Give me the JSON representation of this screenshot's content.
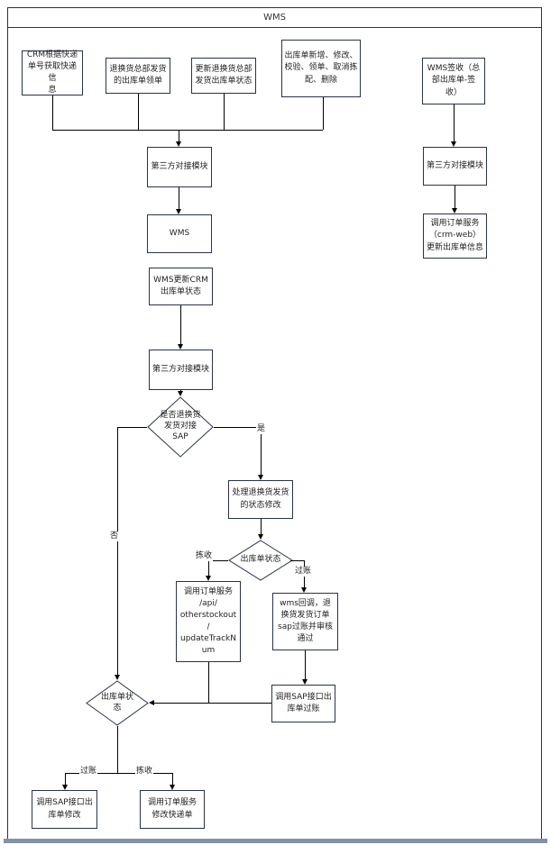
{
  "lane": {
    "title": "WMS"
  },
  "nodes": {
    "crm_express": {
      "text": "CRM根据快递\n单号获取快递信\n息"
    },
    "return_hq_pick": {
      "text": "退换货总部发货\n的出库单领单"
    },
    "update_return_status": {
      "text": "更新退换货总部\n发货出库单状态"
    },
    "outbound_ops": {
      "text": "出库单新增、修改、\n校验、领单、取消拣\n配、删除"
    },
    "wms_sign": {
      "text": "WMS签收（总\n部出库单-签\n收）"
    },
    "third_party_1": {
      "text": "第三方对接模块"
    },
    "wms_box": {
      "text": "WMS"
    },
    "wms_update_crm": {
      "text": "WMS更新CRM\n出库单状态"
    },
    "third_party_2": {
      "text": "第三方对接模块"
    },
    "d_sap": {
      "text": "是否退换货\n发货对接\nSAP"
    },
    "handle_status": {
      "text": "处理退换货发货\n的状态修改"
    },
    "d_status_1": {
      "text": "出库单状态"
    },
    "order_service_track": {
      "text": "调用订单服务\n/api/\notherstockout\n/\nupdateTrackN\num"
    },
    "wms_callback": {
      "text": "wms回调，退\n换货发货订单\nsap过账并审核\n通过"
    },
    "sap_post": {
      "text": "调用SAP接口出\n库单过账"
    },
    "d_status_2": {
      "text": "出库单状\n态"
    },
    "sap_modify": {
      "text": "调用SAP接口出\n库单修改"
    },
    "order_service_express": {
      "text": "调用订单服务\n修改快递单"
    },
    "third_party_3": {
      "text": "第三方对接模块"
    },
    "order_service_crmweb": {
      "text": "调用订单服务\n（crm-web）\n更新出库单信息"
    }
  },
  "edge_labels": {
    "yes": "是",
    "no": "否",
    "pick_1": "拣收",
    "post_1": "过账",
    "post_2": "过账",
    "pick_2": "拣收"
  },
  "colors": {
    "node_border": "#28324e",
    "line": "#000000",
    "bottom_bar": "#8492a8"
  }
}
